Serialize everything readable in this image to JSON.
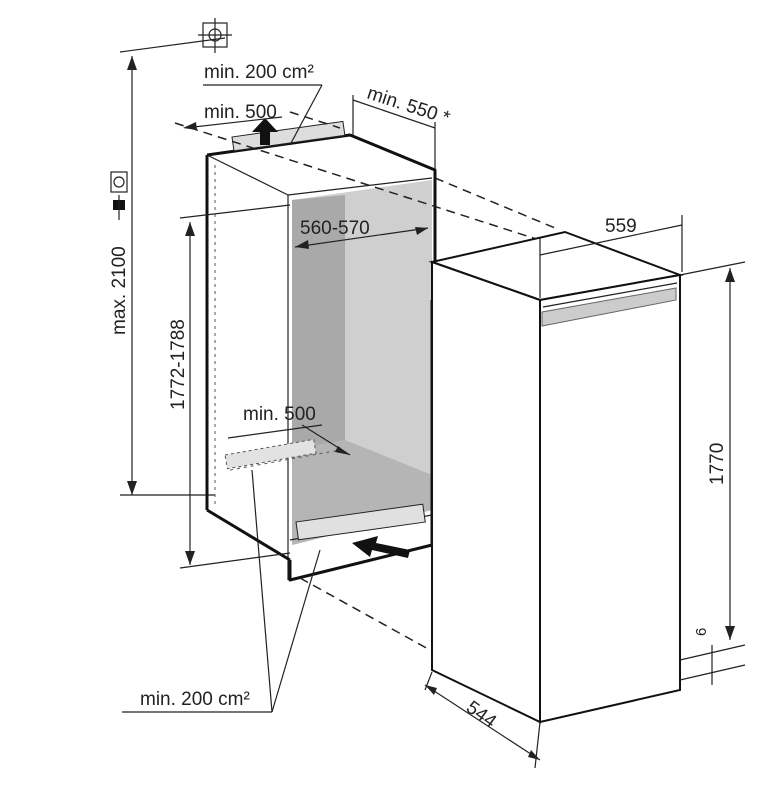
{
  "labels": {
    "vent_top_area": "min. 200 cm²",
    "top_clearance": "min. 500",
    "niche_depth": "min. 550",
    "niche_depth_note": "*",
    "niche_width": "560-570",
    "niche_height": "1772-1788",
    "max_socket_height": "max. 2100",
    "bottom_clearance": "min. 500",
    "vent_bottom_area": "min. 200 cm²",
    "appliance_width": "559",
    "appliance_height": "1770",
    "appliance_depth": "544",
    "plinth_offset": "6"
  },
  "icons": [
    "socket-icon",
    "plug-icon",
    "water-connection-icon",
    "airflow-arrow-icon"
  ],
  "colors": {
    "niche_fill": "#c8c8c8",
    "niche_side": "#a8a8a8",
    "line": "#222222"
  }
}
